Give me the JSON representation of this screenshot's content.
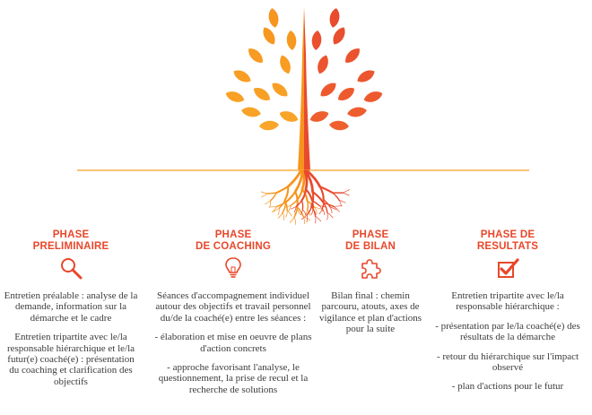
{
  "colors": {
    "accent": "#e8472a",
    "orange": "#f7941d",
    "yellow": "#f9b233",
    "red": "#e84a2e",
    "text": "#3b3b3b"
  },
  "phases": [
    {
      "title_lines": [
        "PHASE",
        "PRELIMINAIRE"
      ],
      "icon": "magnifier-icon",
      "paragraphs": [
        "Entretien préalable : analyse de la demande, information sur la démarche et le cadre",
        "Entretien tripartite avec le/la responsable hiérarchique et le/la futur(e) coaché(e) : présentation du coaching et clarification des objectifs"
      ]
    },
    {
      "title_lines": [
        "PHASE",
        "DE COACHING"
      ],
      "icon": "lightbulb-icon",
      "paragraphs": [
        "Séances d'accompagnement individuel autour des objectifs et travail personnel du/de la coaché(e) entre les séances :",
        "- élaboration et mise en oeuvre de plans d'action concrets",
        "- approche favorisant l'analyse, le questionnement, la prise de recul et la recherche de solutions"
      ]
    },
    {
      "title_lines": [
        "PHASE",
        "DE BILAN"
      ],
      "icon": "puzzle-icon",
      "paragraphs": [
        "Bilan final : chemin parcouru, atouts, axes de vigilance et plan d'actions pour la suite"
      ]
    },
    {
      "title_lines": [
        "PHASE DE",
        "RESULTATS"
      ],
      "icon": "checkbox-icon",
      "paragraphs": [
        "Entretien tripartite avec le/la responsable hiérarchique :",
        "- présentation par le/la coaché(e) des résultats de la démarche",
        "- retour du hiérarchique sur l'impact observé",
        "- plan d'actions pour le futur"
      ]
    }
  ]
}
